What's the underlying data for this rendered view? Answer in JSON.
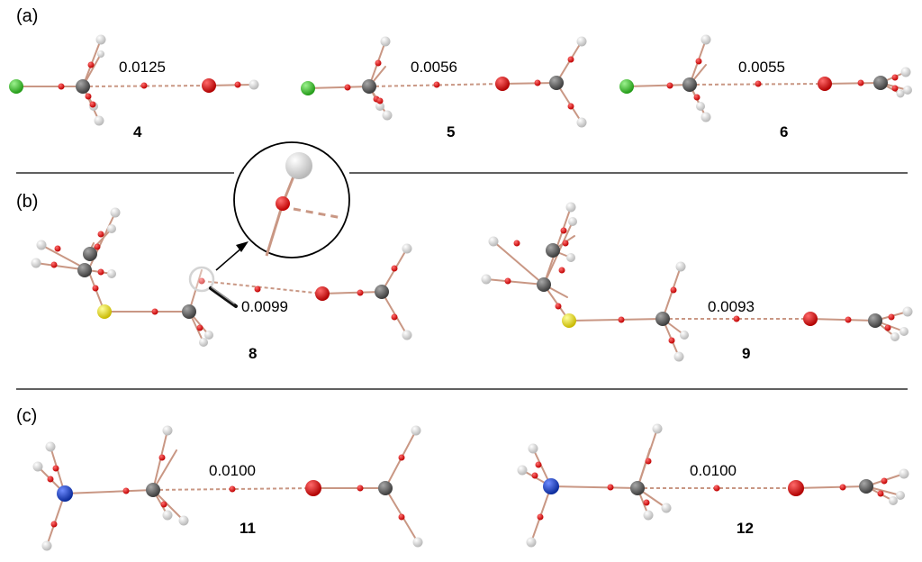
{
  "panels": {
    "a": {
      "label": "(a)",
      "molecules": [
        {
          "id": "4",
          "value": "0.0125"
        },
        {
          "id": "5",
          "value": "0.0056"
        },
        {
          "id": "6",
          "value": "0.0055"
        }
      ]
    },
    "b": {
      "label": "(b)",
      "molecules": [
        {
          "id": "8",
          "value": "0.0099"
        },
        {
          "id": "9",
          "value": "0.0093"
        }
      ]
    },
    "c": {
      "label": "(c)",
      "molecules": [
        {
          "id": "11",
          "value": "0.0100"
        },
        {
          "id": "12",
          "value": "0.0100"
        }
      ]
    }
  },
  "colors": {
    "chlorine": "#3fbf2f",
    "carbon": "#6e6e6e",
    "oxygen": "#e00000",
    "hydrogen": "#e8e8e8",
    "sulfur": "#f2e600",
    "nitrogen": "#1a44c8",
    "critical_point": "#e00000",
    "bond": "#c99784"
  }
}
